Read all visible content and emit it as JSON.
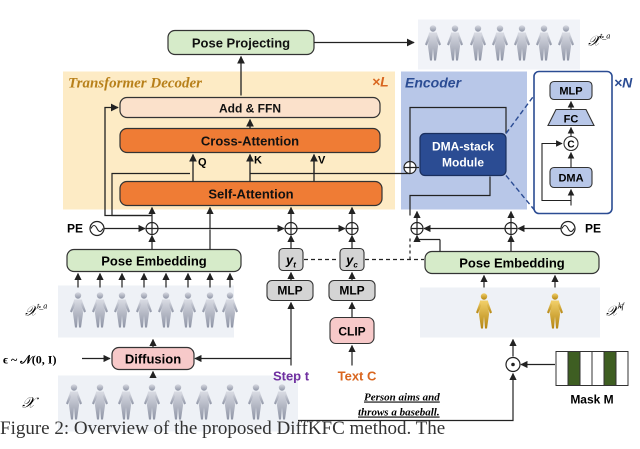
{
  "decoder": {
    "title": "Transformer Decoder",
    "repeat": "×L",
    "add_ffn": "Add & FFN",
    "cross_attention": "Cross-Attention",
    "self_attention": "Self-Attention",
    "q": "Q",
    "k": "K",
    "v": "V"
  },
  "encoder": {
    "title": "Encoder",
    "dma_stack_line1": "DMA-stack",
    "dma_stack_line2": "Module",
    "detail_repeat": "×N",
    "mlp": "MLP",
    "fc": "FC",
    "concat": "C",
    "dma": "DMA"
  },
  "blocks": {
    "pose_projecting": "Pose Projecting",
    "pose_embedding_left": "Pose Embedding",
    "pose_embedding_right": "Pose Embedding",
    "pe_left": "PE",
    "pe_right": "PE",
    "y_t": "y",
    "y_t_sub": "t",
    "y_c": "y",
    "y_c_sub": "c",
    "mlp_left": "MLP",
    "mlp_right": "MLP",
    "clip": "CLIP",
    "diffusion": "Diffusion"
  },
  "labels": {
    "step": "Step t",
    "text": "Text C",
    "noise": "ϵ ~ 𝒩(0, I)",
    "x_t": "𝒳",
    "x_t_sup": "t_a",
    "x_hat": "𝒳̂",
    "x_hat_sup": "t_a",
    "x_0": "𝒳",
    "x_0_sup": "kf",
    "x": "𝒳",
    "mask": "Mask M",
    "prompt_line1": "Person aims and",
    "prompt_line2": "throws a baseball."
  },
  "caption": {
    "text": "Figure 2: Overview of the proposed DiffKFC method. The"
  },
  "colors": {
    "decoder_bg": "#fdebc5",
    "encoder_bg": "#b8c7e8",
    "green_block": "#d6ebc9",
    "orange_block": "#ef7c35",
    "orange_light": "#fbe1cb",
    "navy": "#2b4c93",
    "gray_block": "#d4d4d4",
    "pink_block": "#f7c9c9",
    "purple_text": "#7030a0",
    "orange_text": "#d9661f",
    "decoder_title": "#b8801a"
  }
}
